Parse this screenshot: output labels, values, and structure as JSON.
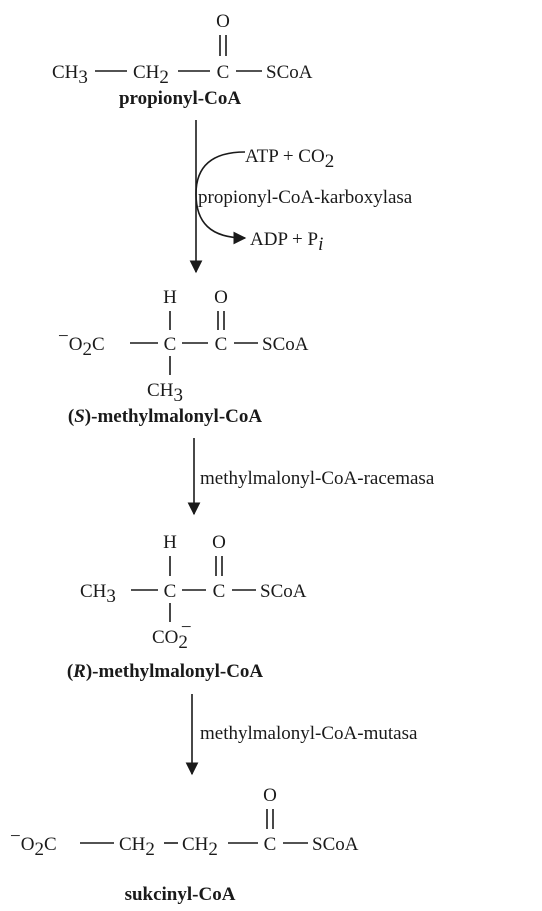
{
  "compounds": {
    "propionyl": {
      "name": "propionyl-CoA",
      "ch3": "CH",
      "ch3_sub": "3",
      "ch2": "CH",
      "ch2_sub": "2",
      "c": "C",
      "o": "O",
      "scoa": "SCoA"
    },
    "s_mm": {
      "name_prefix": "(",
      "name_italic": "S",
      "name_suffix": ")-methylmalonyl-CoA",
      "charge": "−",
      "o2c": "O",
      "o2c_sub": "2",
      "o2c_c": "C",
      "c1": "C",
      "h": "H",
      "c2": "C",
      "o": "O",
      "scoa": "SCoA",
      "ch3": "CH",
      "ch3_sub": "3"
    },
    "r_mm": {
      "name_prefix": "(",
      "name_italic": "R",
      "name_suffix": ")-methylmalonyl-CoA",
      "ch3": "CH",
      "ch3_sub": "3",
      "c1": "C",
      "h": "H",
      "c2": "C",
      "o": "O",
      "scoa": "SCoA",
      "co2": "CO",
      "co2_sub": "2",
      "co2_charge": "−"
    },
    "succinyl": {
      "name": "sukcinyl-CoA",
      "charge": "−",
      "o2c": "O",
      "o2c_sub": "2",
      "o2c_c": "C",
      "ch2a": "CH",
      "ch2a_sub": "2",
      "ch2b": "CH",
      "ch2b_sub": "2",
      "c": "C",
      "o": "O",
      "scoa": "SCoA"
    }
  },
  "reactions": {
    "step1": {
      "enzyme": "propionyl-CoA-karboxylasa",
      "cosubstrate_in": "ATP + CO",
      "cosubstrate_in_sub": "2",
      "coproduct_out": "ADP + P",
      "coproduct_out_sub": "i"
    },
    "step2": {
      "enzyme": "methylmalonyl-CoA-racemasa"
    },
    "step3": {
      "enzyme": "methylmalonyl-CoA-mutasa"
    }
  },
  "colors": {
    "ink": "#1a1a1a",
    "background": "#ffffff"
  }
}
